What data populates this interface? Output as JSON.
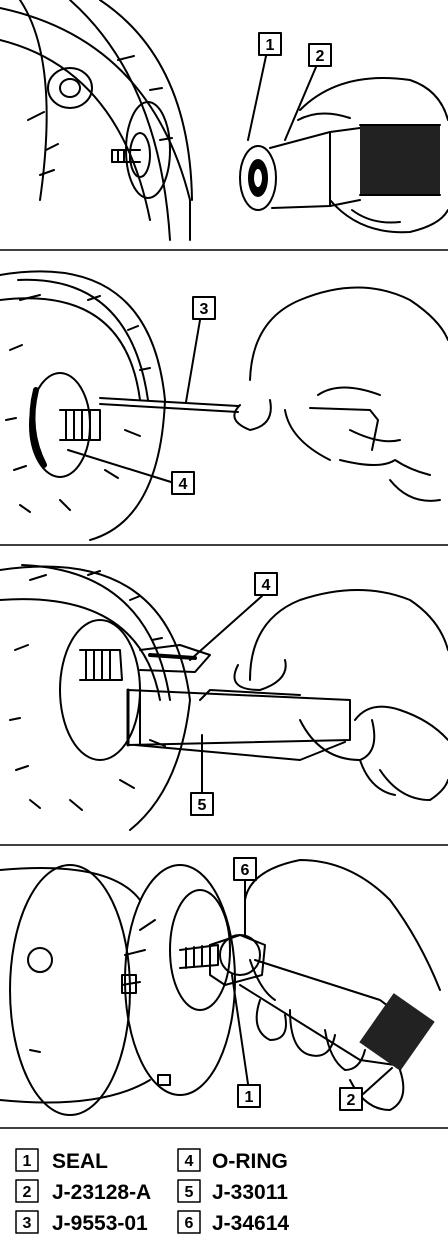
{
  "callouts": {
    "p1_a": "1",
    "p1_b": "2",
    "p2_a": "3",
    "p2_b": "4",
    "p3_a": "4",
    "p3_b": "5",
    "p4_a": "6",
    "p4_b": "1",
    "p4_c": "2"
  },
  "legend": [
    {
      "num": "1",
      "label": "SEAL"
    },
    {
      "num": "2",
      "label": "J-23128-A"
    },
    {
      "num": "3",
      "label": "J-9553-01"
    },
    {
      "num": "4",
      "label": "O-RING"
    },
    {
      "num": "5",
      "label": "J-33011"
    },
    {
      "num": "6",
      "label": "J-34614"
    }
  ]
}
